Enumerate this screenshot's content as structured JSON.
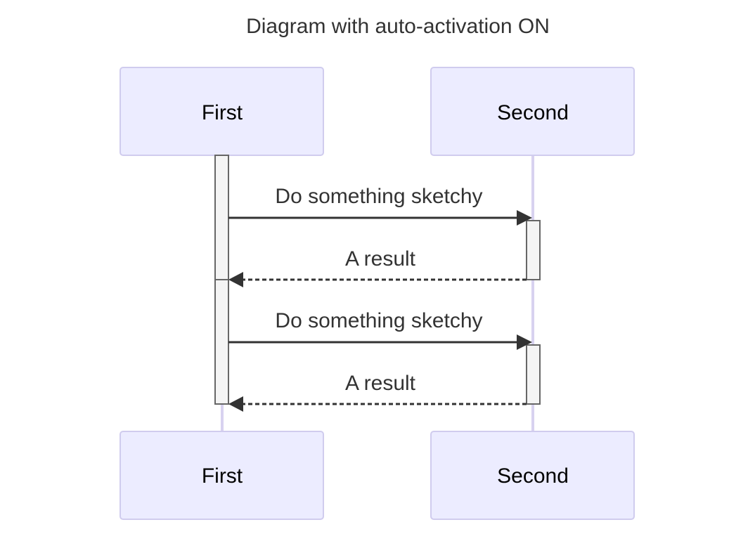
{
  "title": "Diagram with auto-activation ON",
  "colors": {
    "actor_fill": "#ececff",
    "actor_stroke": "#d0ccee",
    "lifeline": "#d8d2f0",
    "activation_fill": "#f4f4f4",
    "activation_stroke": "#666666",
    "message": "#333333"
  },
  "participants": [
    {
      "id": "first",
      "label": "First"
    },
    {
      "id": "second",
      "label": "Second"
    }
  ],
  "messages": [
    {
      "from": "first",
      "to": "second",
      "text": "Do something sketchy",
      "style": "solid"
    },
    {
      "from": "second",
      "to": "first",
      "text": "A result",
      "style": "dashed"
    },
    {
      "from": "first",
      "to": "second",
      "text": "Do something sketchy",
      "style": "solid"
    },
    {
      "from": "second",
      "to": "first",
      "text": "A result",
      "style": "dashed"
    }
  ]
}
